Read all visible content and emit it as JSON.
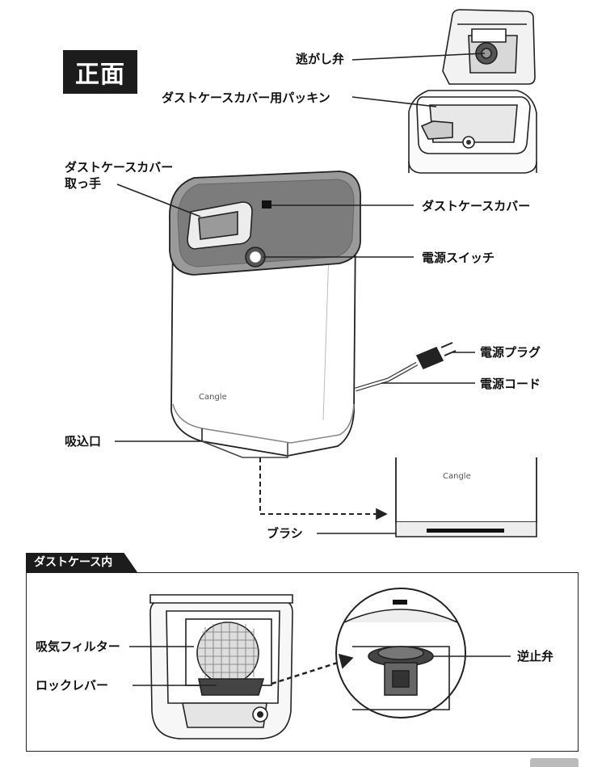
{
  "page": {
    "title": "正面",
    "section_title": "ダストケース内"
  },
  "labels": {
    "relief_valve": "逃がし弁",
    "cover_packing": "ダストケースカバー用パッキン",
    "cover_handle_line1": "ダストケースカバー",
    "cover_handle_line2": "取っ手",
    "dust_case_cover": "ダストケースカバー",
    "power_switch": "電源スイッチ",
    "power_plug": "電源プラグ",
    "power_cord": "電源コード",
    "intake": "吸込口",
    "brush": "ブラシ",
    "intake_filter": "吸気フィルター",
    "lock_lever": "ロックレバー",
    "check_valve": "逆止弁"
  },
  "brand": {
    "logo_text": "Cangle"
  }
}
